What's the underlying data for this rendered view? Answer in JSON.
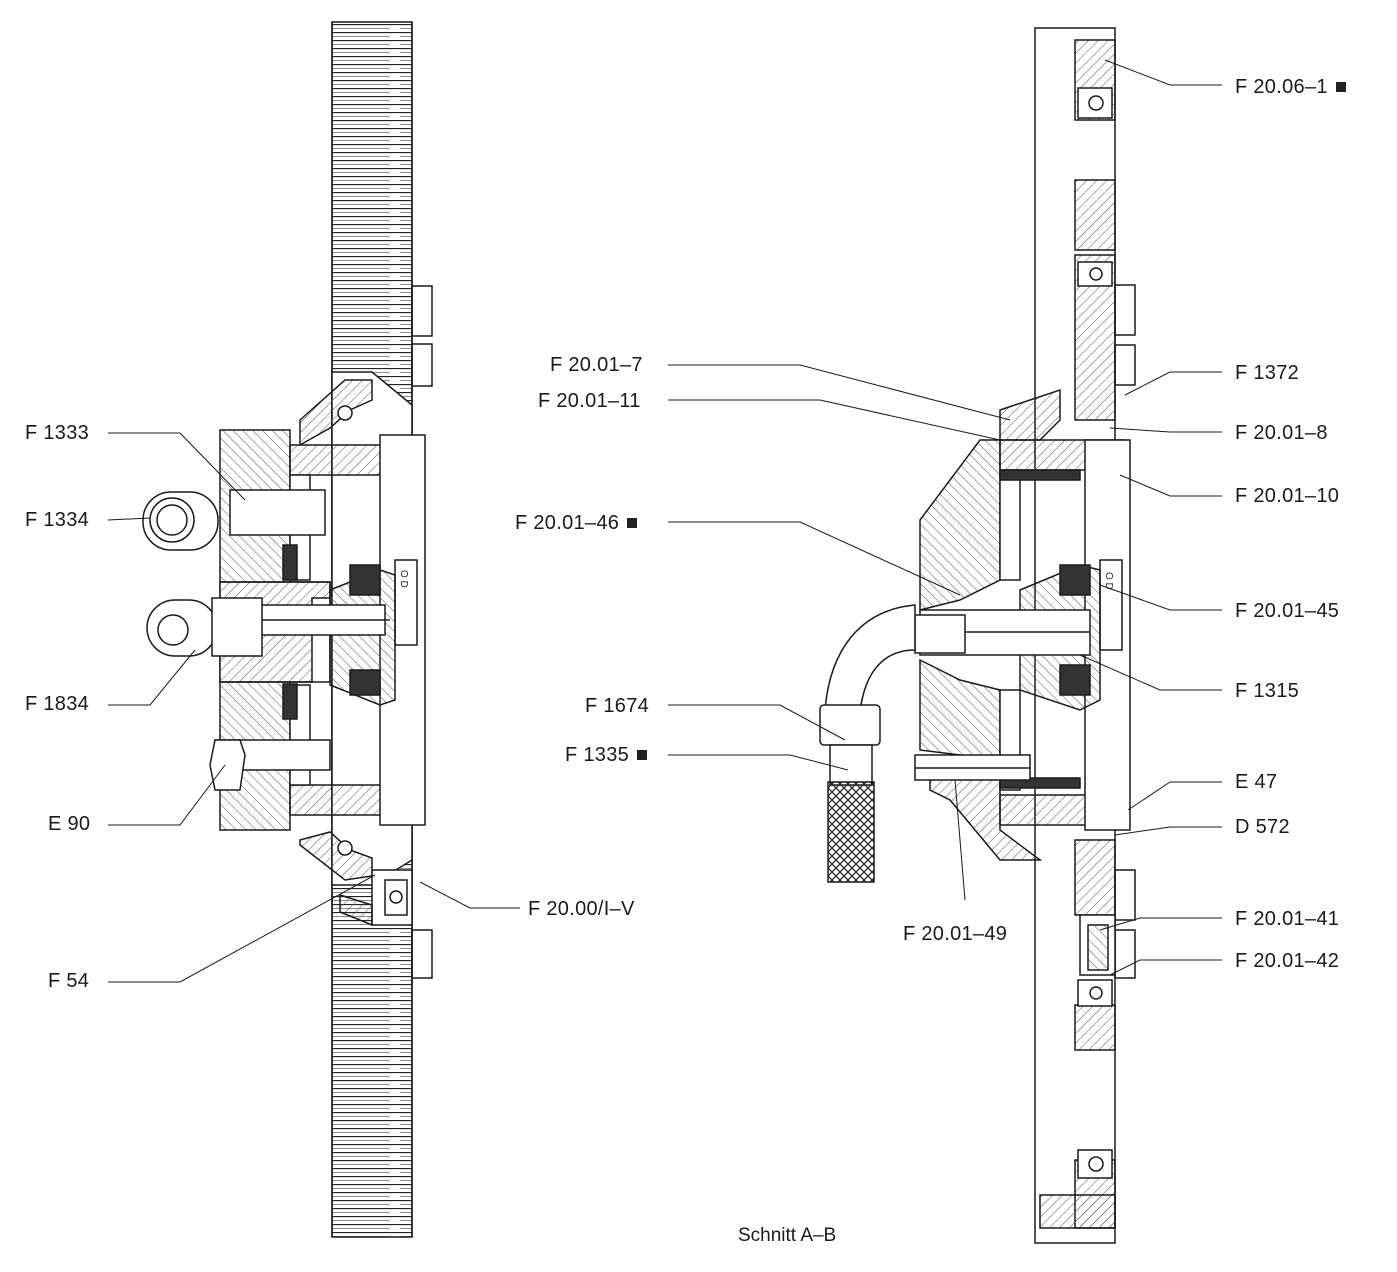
{
  "caption": "Schnitt A–B",
  "colors": {
    "ink": "#1a1a1a",
    "hatch": "#555555",
    "paper": "#ffffff"
  },
  "labels": [
    {
      "id": "f1333",
      "text": "F  1333",
      "marker": false
    },
    {
      "id": "f1334",
      "text": "F  1334",
      "marker": false
    },
    {
      "id": "f1834",
      "text": "F  1834",
      "marker": false
    },
    {
      "id": "e90",
      "text": "E  90",
      "marker": false
    },
    {
      "id": "f54",
      "text": "F  54",
      "marker": false
    },
    {
      "id": "f2000",
      "text": "F  20.00/I–V",
      "marker": false
    },
    {
      "id": "f20017",
      "text": "F  20.01–7",
      "marker": false
    },
    {
      "id": "f200111",
      "text": "F  20.01–11",
      "marker": false
    },
    {
      "id": "f200146",
      "text": "F  20.01–46",
      "marker": true
    },
    {
      "id": "f1674",
      "text": "F  1674",
      "marker": false
    },
    {
      "id": "f1335",
      "text": "F  1335",
      "marker": true
    },
    {
      "id": "f200149",
      "text": "F  20.01–49",
      "marker": false
    },
    {
      "id": "f20061",
      "text": "F  20.06–1",
      "marker": true
    },
    {
      "id": "f1372",
      "text": "F  1372",
      "marker": false
    },
    {
      "id": "f20018",
      "text": "F  20.01–8",
      "marker": false
    },
    {
      "id": "f200110",
      "text": "F  20.01–10",
      "marker": false
    },
    {
      "id": "f200145",
      "text": "F  20.01–45",
      "marker": false
    },
    {
      "id": "f1315",
      "text": "F  1315",
      "marker": false
    },
    {
      "id": "e47",
      "text": "E  47",
      "marker": false
    },
    {
      "id": "d572",
      "text": "D  572",
      "marker": false
    },
    {
      "id": "f200141",
      "text": "F  20.01–41",
      "marker": false
    },
    {
      "id": "f200142",
      "text": "F  20.01–42",
      "marker": false
    }
  ]
}
